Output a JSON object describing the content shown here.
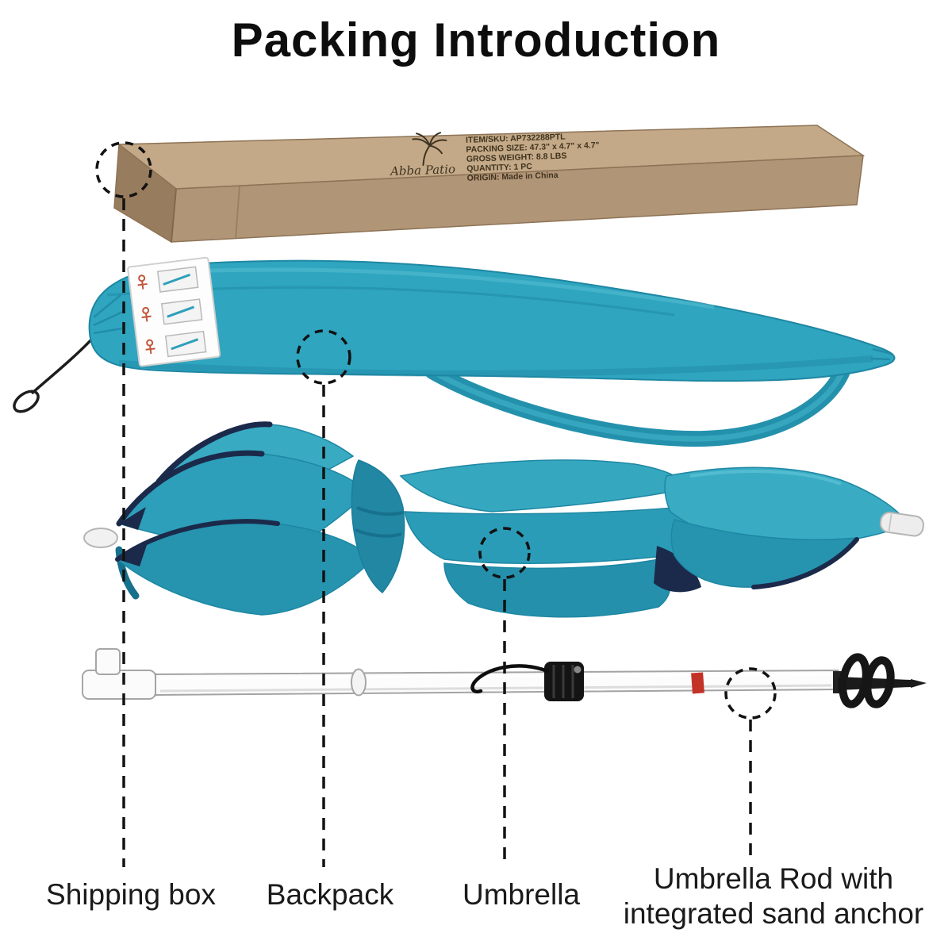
{
  "title": "Packing Introduction",
  "box": {
    "brand": "Abba Patio",
    "label_lines": [
      "ITEM/SKU: AP732288PTL",
      "PACKING SIZE: 47.3\" x 4.7\" x 4.7\"",
      "GROSS WEIGHT: 8.8 LBS",
      "QUANTITY: 1 PC",
      "ORIGIN: Made in China"
    ]
  },
  "callouts": [
    {
      "id": "shipping-box",
      "label": "Shipping box"
    },
    {
      "id": "backpack",
      "label": "Backpack"
    },
    {
      "id": "umbrella",
      "label": "Umbrella"
    },
    {
      "id": "umbrella-rod",
      "label": "Umbrella Rod with integrated sand anchor"
    }
  ],
  "colors": {
    "teal_main": "#2FA5BF",
    "teal_deep": "#1E87A3",
    "navy_trim": "#1B2A4A",
    "box_tan_top": "#C3A987",
    "box_tan_front": "#B19577",
    "rod_white": "#FCFCFC",
    "anchor_black": "#161616",
    "red_sticker": "#C33227",
    "callout_ink": "#121212"
  }
}
